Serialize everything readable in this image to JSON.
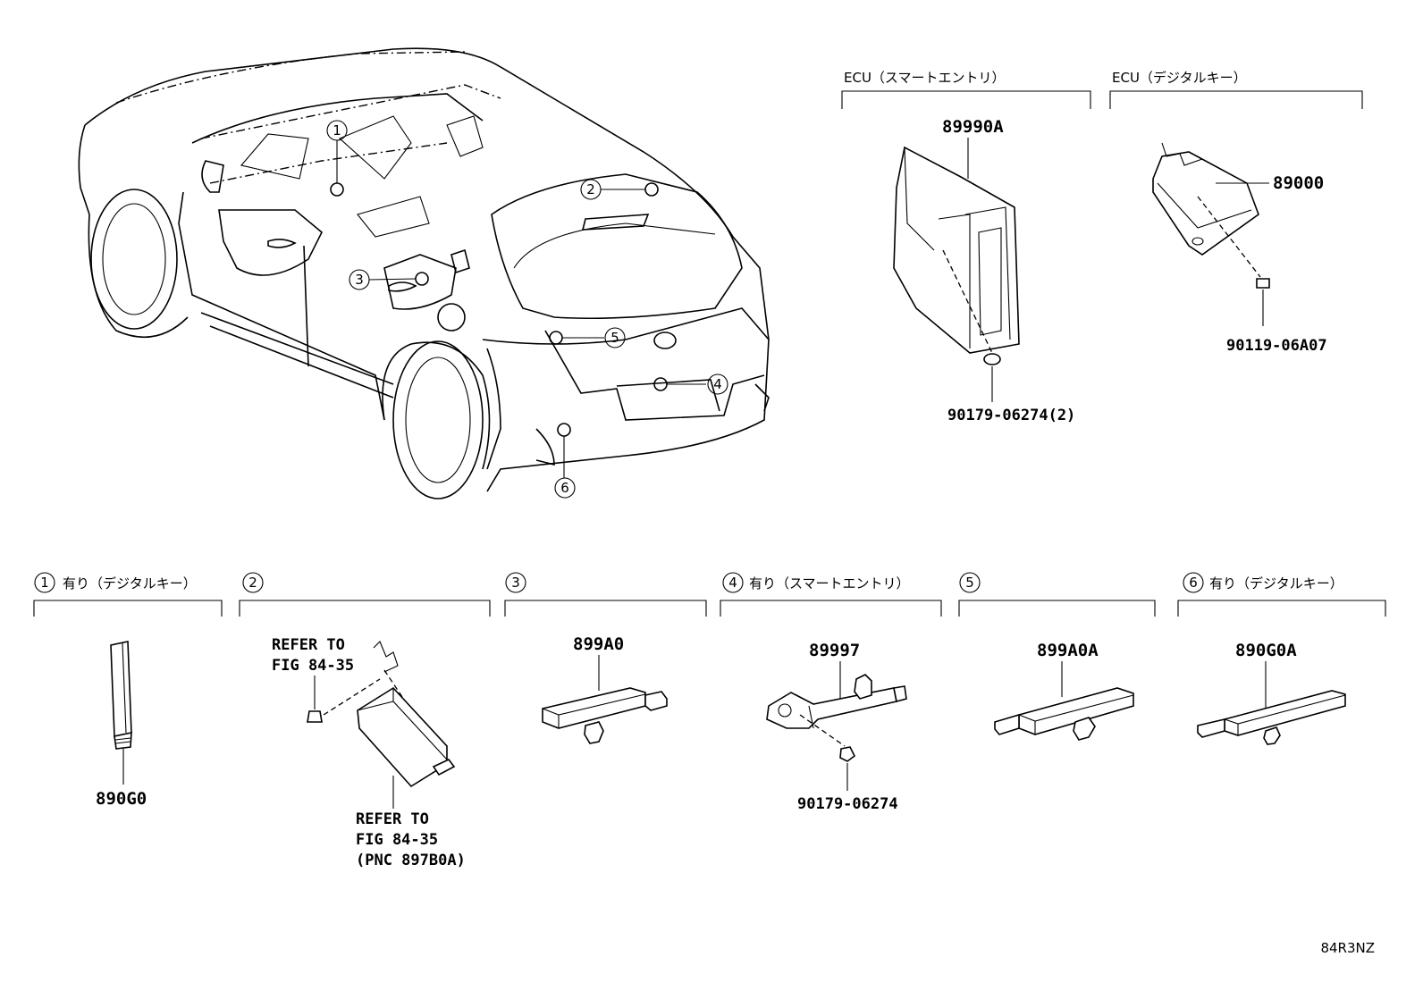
{
  "headers": {
    "ecu_smart": "ECU（スマートエントリ）",
    "ecu_digital": "ECU（デジタルキー）",
    "sec1": "有り（デジタルキー）",
    "sec2": "",
    "sec3": "",
    "sec4": "有り（スマートエントリ）",
    "sec5": "",
    "sec6": "有り（デジタルキー）"
  },
  "callouts": [
    "1",
    "2",
    "3",
    "4",
    "5",
    "6"
  ],
  "parts": {
    "p89990A": "89990A",
    "p89000": "89000",
    "p90119": "90119-06A07",
    "p90179x2": "90179-06274(2)",
    "p890G0": "890G0",
    "p899A0": "899A0",
    "p89997": "89997",
    "p90179": "90179-06274",
    "p899A0A": "899A0A",
    "p890G0A": "890G0A"
  },
  "refer": {
    "a1": "REFER TO",
    "a2": "FIG 84-35",
    "b1": "REFER TO",
    "b2": "FIG 84-35",
    "b3": "(PNC 897B0A)"
  },
  "figure_code": "84R3NZ"
}
